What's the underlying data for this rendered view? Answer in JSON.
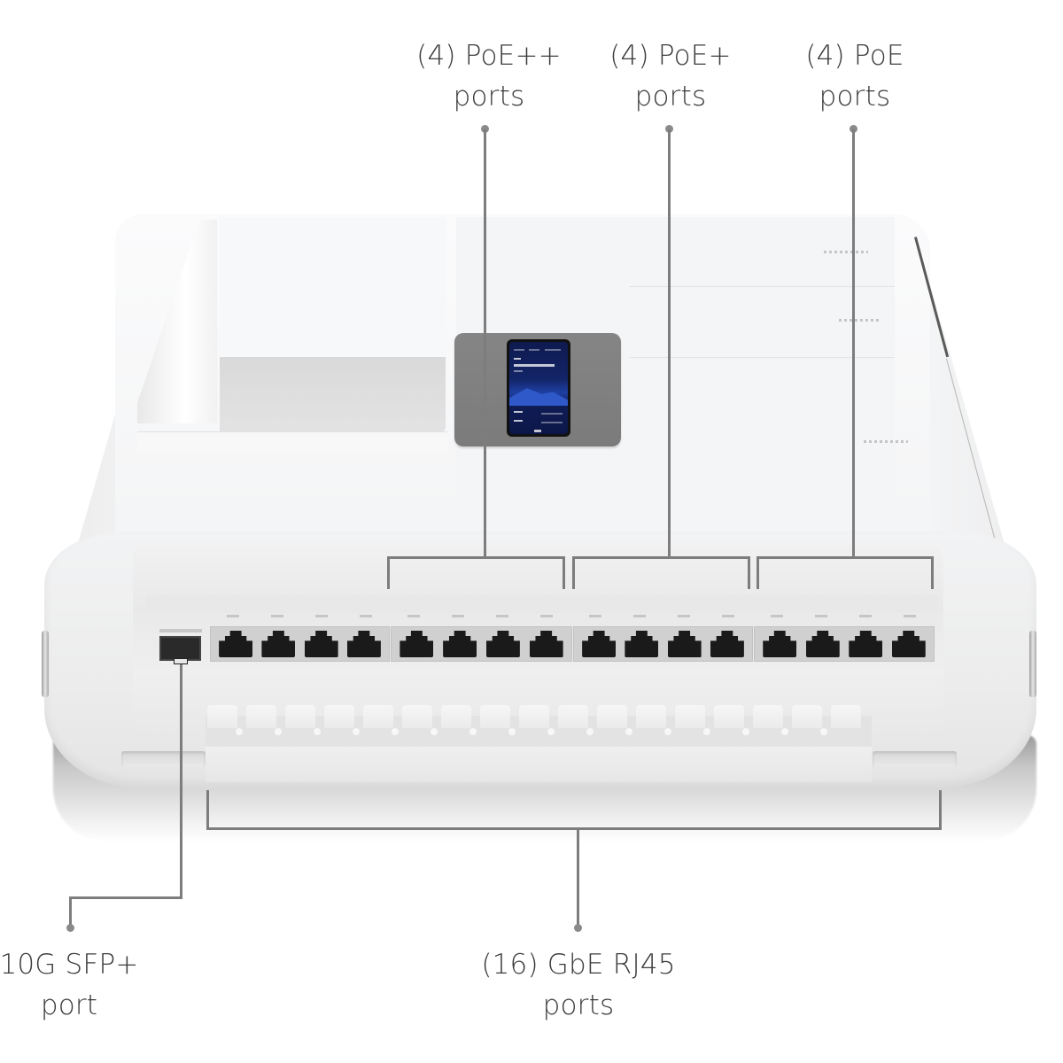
{
  "figure": {
    "subject": "Network switch with port callouts",
    "background_color": "#ffffff",
    "line_color": "#7d7d7d",
    "text_color": "#3c3c3c"
  },
  "callouts": {
    "poe_plus_plus": {
      "line1": "(4) PoE++",
      "line2": "ports",
      "count": 4
    },
    "poe_plus": {
      "line1": "(4) PoE+",
      "line2": "ports",
      "count": 4
    },
    "poe": {
      "line1": "(4) PoE",
      "line2": "ports",
      "count": 4
    },
    "sfp": {
      "line1": "10G SFP+",
      "line2": "port",
      "count": 1
    },
    "gbe": {
      "line1": "(16) GbE RJ45",
      "line2": "ports",
      "count": 16
    }
  },
  "device": {
    "port_groups": [
      {
        "name": "group-1",
        "ports": 4
      },
      {
        "name": "group-2-poe-plus-plus",
        "ports": 4
      },
      {
        "name": "group-3-poe-plus",
        "ports": 4
      },
      {
        "name": "group-4-poe",
        "ports": 4
      }
    ],
    "sfp_ports": 1,
    "display": {
      "type": "touchscreen",
      "theme_color": "#132467"
    },
    "cable_clips": 17
  }
}
